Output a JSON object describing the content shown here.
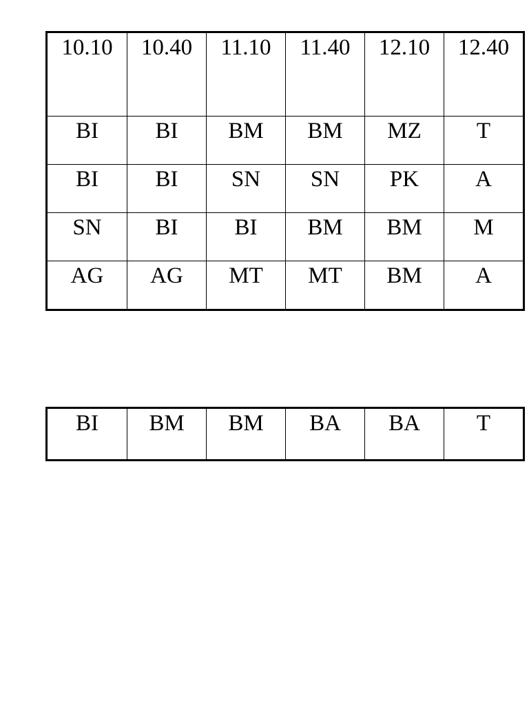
{
  "document": {
    "background_color": "#ffffff",
    "text_color": "#000000",
    "border_color": "#000000"
  },
  "schedule_table": {
    "name": "schedule-grid",
    "columns": 6,
    "rows": 5,
    "header": [
      "10.10",
      "10.40",
      "11.10",
      "11.40",
      "12.10",
      "12.40"
    ],
    "body": [
      [
        "BI",
        "BI",
        "BM",
        "BM",
        "MZ",
        "T"
      ],
      [
        "BI",
        "BI",
        "SN",
        "SN",
        "PK",
        "A"
      ],
      [
        "SN",
        "BI",
        "BI",
        "BM",
        "BM",
        "M"
      ],
      [
        "AG",
        "AG",
        "MT",
        "MT",
        "BM",
        "A"
      ]
    ]
  },
  "strip_table": {
    "name": "summary-strip",
    "columns": 6,
    "rows": 1,
    "body": [
      [
        "BI",
        "BM",
        "BM",
        "BA",
        "BA",
        "T"
      ]
    ]
  }
}
